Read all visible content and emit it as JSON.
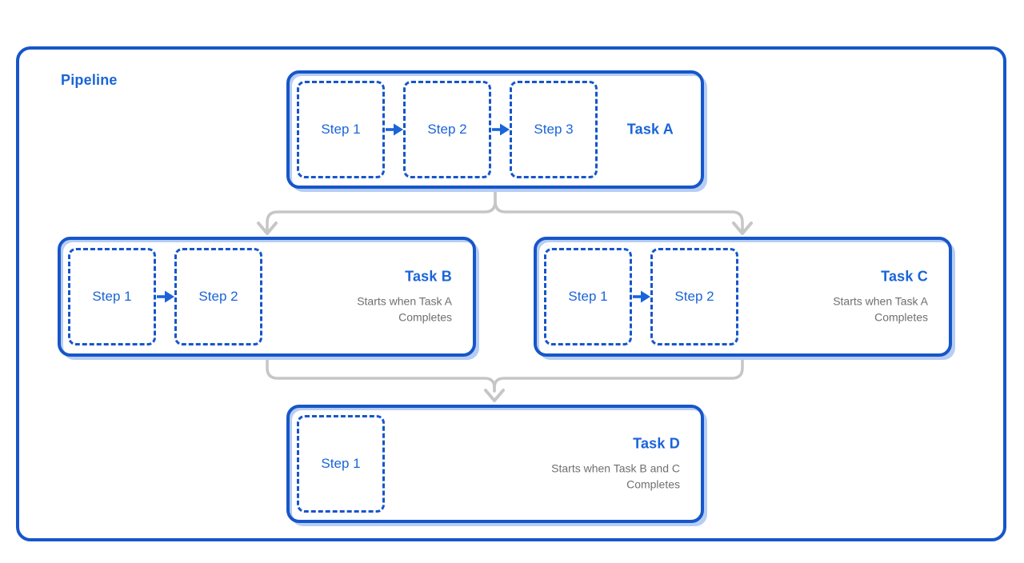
{
  "colors": {
    "blue": "#1656C9",
    "blueText": "#1A64D9",
    "shadow": "#B7CDF4",
    "connector": "#C6C6C6",
    "muted": "#6F6F6F"
  },
  "pipeline": {
    "label": "Pipeline"
  },
  "tasks": [
    {
      "label": "Task A",
      "steps": [
        "Step 1",
        "Step 2",
        "Step 3"
      ],
      "subtitle": []
    },
    {
      "label": "Task B",
      "steps": [
        "Step 1",
        "Step 2"
      ],
      "subtitle": [
        "Starts when Task A",
        "Completes"
      ]
    },
    {
      "label": "Task C",
      "steps": [
        "Step 1",
        "Step 2"
      ],
      "subtitle": [
        "Starts when Task A",
        "Completes"
      ]
    },
    {
      "label": "Task D",
      "steps": [
        "Step 1"
      ],
      "subtitle": [
        "Starts when Task B and C",
        "Completes"
      ]
    }
  ]
}
